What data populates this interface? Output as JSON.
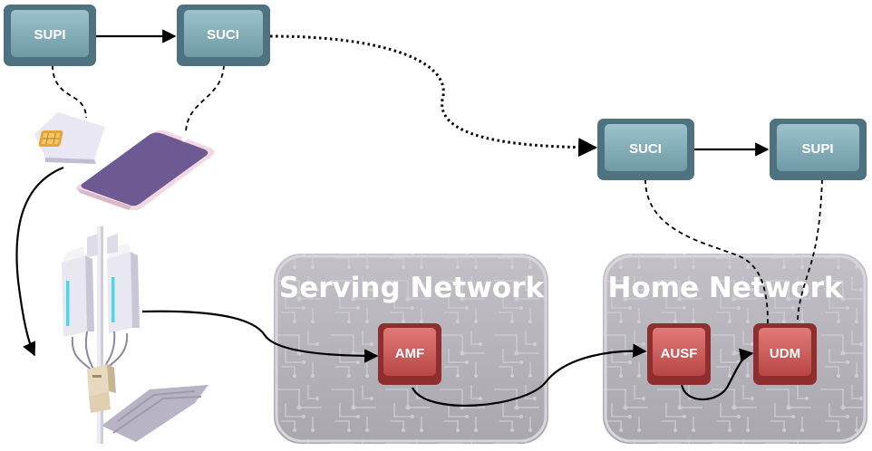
{
  "flow": {
    "ue_supi": "SUPI",
    "ue_suci": "SUCI",
    "net_suci": "SUCI",
    "net_supi": "SUPI"
  },
  "networks": {
    "serving": {
      "title": "Serving Network",
      "function": "AMF"
    },
    "home": {
      "title": "Home Network",
      "functions": [
        "AUSF",
        "UDM"
      ]
    }
  },
  "colors": {
    "identifier_box": "#6f9aa6",
    "function_box": "#bf4c4c",
    "network_panel": "#b4b1b9",
    "phone_screen": "#6d5a92"
  },
  "icons": [
    "sim-card-icon",
    "smartphone-icon",
    "cell-tower-icon"
  ]
}
